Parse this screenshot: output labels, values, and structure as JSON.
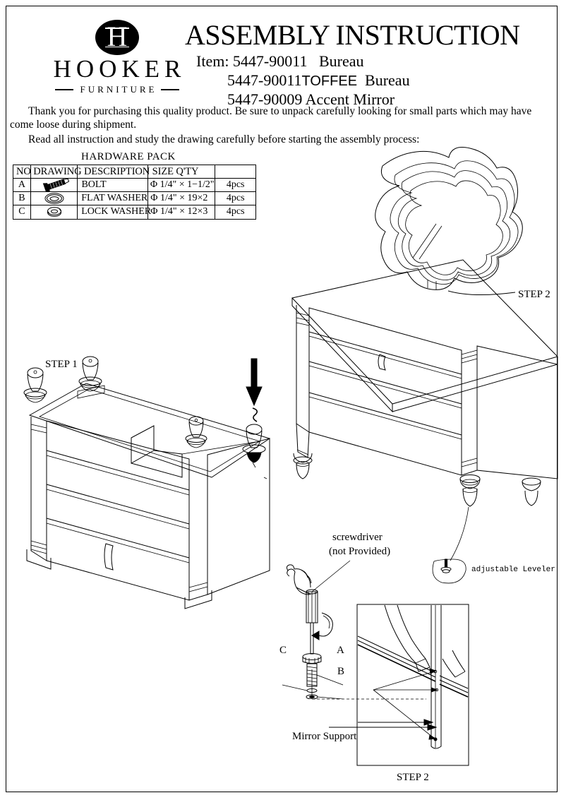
{
  "brand": {
    "logo_letter": "H",
    "wordmark": "HOOKER",
    "subtext": "FURNITURE"
  },
  "header": {
    "title": "ASSEMBLY INSTRUCTION",
    "item_line_1_prefix": "Item: 5447-90011",
    "item_line_1_suffix": "Bureau",
    "item_line_2_prefix": "5447-90011",
    "item_line_2_finish": "TOFFEE",
    "item_line_2_suffix": "Bureau",
    "item_line_3": "5447-90009 Accent Mirror"
  },
  "intro": {
    "para_1_line_1": "Thank you for purchasing this quality product. Be sure to unpack carefully looking for small parts which may have",
    "para_1_line_2": "come loose during shipment.",
    "para_2": "Read all instruction and study the drawing carefully before starting the assembly process:"
  },
  "hardware": {
    "title": "HARDWARE PACK",
    "header_run": "NO DRAWING DESCRIPTION SIZE Q'TY",
    "columns": [
      "NO",
      "DRAWING",
      "DESCRIPTION",
      "SIZE",
      "Q'TY"
    ],
    "rows": [
      {
        "no": "A",
        "icon": "bolt-icon",
        "description": "BOLT",
        "size": "Φ 1/4\" × 1−1/2\"",
        "qty": "4pcs"
      },
      {
        "no": "B",
        "icon": "flat-washer-icon",
        "description": "FLAT WASHER",
        "size": "Φ 1/4\" × 19×2",
        "qty": "4pcs"
      },
      {
        "no": "C",
        "icon": "lock-washer-icon",
        "description": "LOCK WASHER",
        "size": "Φ 1/4\" × 12×3",
        "qty": "4pcs"
      }
    ]
  },
  "figures": {
    "step1_label": "STEP 1",
    "step2_top_label": "STEP 2",
    "step2_bottom_label": "STEP 2",
    "mirror_support_label": "Mirror Support",
    "screwdriver_label_line1": "screwdriver",
    "screwdriver_label_line2": "(not Provided)",
    "adjustable_leveler_label": "adjustable Leveler",
    "callout_a": "A",
    "callout_b": "B",
    "callout_c": "C"
  },
  "colors": {
    "ink": "#000000",
    "paper": "#ffffff"
  }
}
